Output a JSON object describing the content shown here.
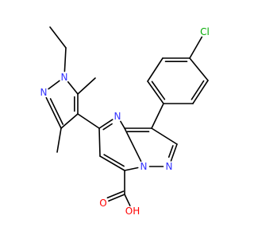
{
  "colors": {
    "bond": "#000000",
    "C": "#000000",
    "N": "#3333ff",
    "O": "#ff0000",
    "Cl": "#00aa00"
  },
  "atoms": {
    "cl": {
      "symbol": "Cl",
      "text": "Cl"
    },
    "n_pz1": {
      "symbol": "N",
      "text": "N"
    },
    "n_pz2": {
      "symbol": "N",
      "text": "N"
    },
    "n_core_top": {
      "symbol": "N",
      "text": "N"
    },
    "n_bridge": {
      "symbol": "N",
      "text": "N"
    },
    "n_core_5": {
      "symbol": "N",
      "text": "N"
    },
    "o_carbonyl": {
      "symbol": "O",
      "text": "O"
    },
    "o_hydroxyl": {
      "symbol": "O",
      "text": "OH"
    }
  }
}
